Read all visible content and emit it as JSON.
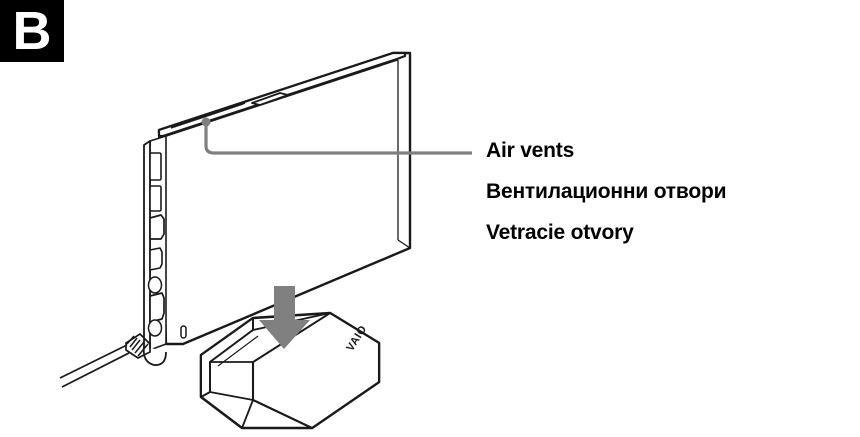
{
  "figure": {
    "step_badge": {
      "letter": "B",
      "background_color": "#000000",
      "text_color": "#ffffff"
    },
    "callouts": [
      {
        "id": "air-vents-en",
        "language": "English",
        "text": "Air vents"
      },
      {
        "id": "air-vents-bg",
        "language": "Bulgarian",
        "text": "Вентилационни отвори"
      },
      {
        "id": "air-vents-sk",
        "language": "Slovak",
        "text": "Vetracie otvory"
      }
    ],
    "leader_line": {
      "color": "#808080",
      "anchor_label": "air-vents-anchor-dot"
    },
    "insertion_arrow": {
      "color": "#808080",
      "direction": "down",
      "meaning": "insert-device-into-stand"
    },
    "device": {
      "name": "vaio-tap-computer-body",
      "outline_color": "#1a1a1a",
      "fill_color": "#ffffff",
      "ports": [
        "usb-port-upper",
        "usb-port-lower",
        "ethernet-port",
        "hdmi-port",
        "vga-port"
      ],
      "indicator": "status-indicator-slot",
      "vent_area": "air-vents-top-edge",
      "power_cable": "power-cable"
    },
    "stand": {
      "name": "vaio-stand",
      "brand_mark": "VAIO",
      "outline_color": "#1a1a1a",
      "fill_color": "#ffffff"
    }
  }
}
